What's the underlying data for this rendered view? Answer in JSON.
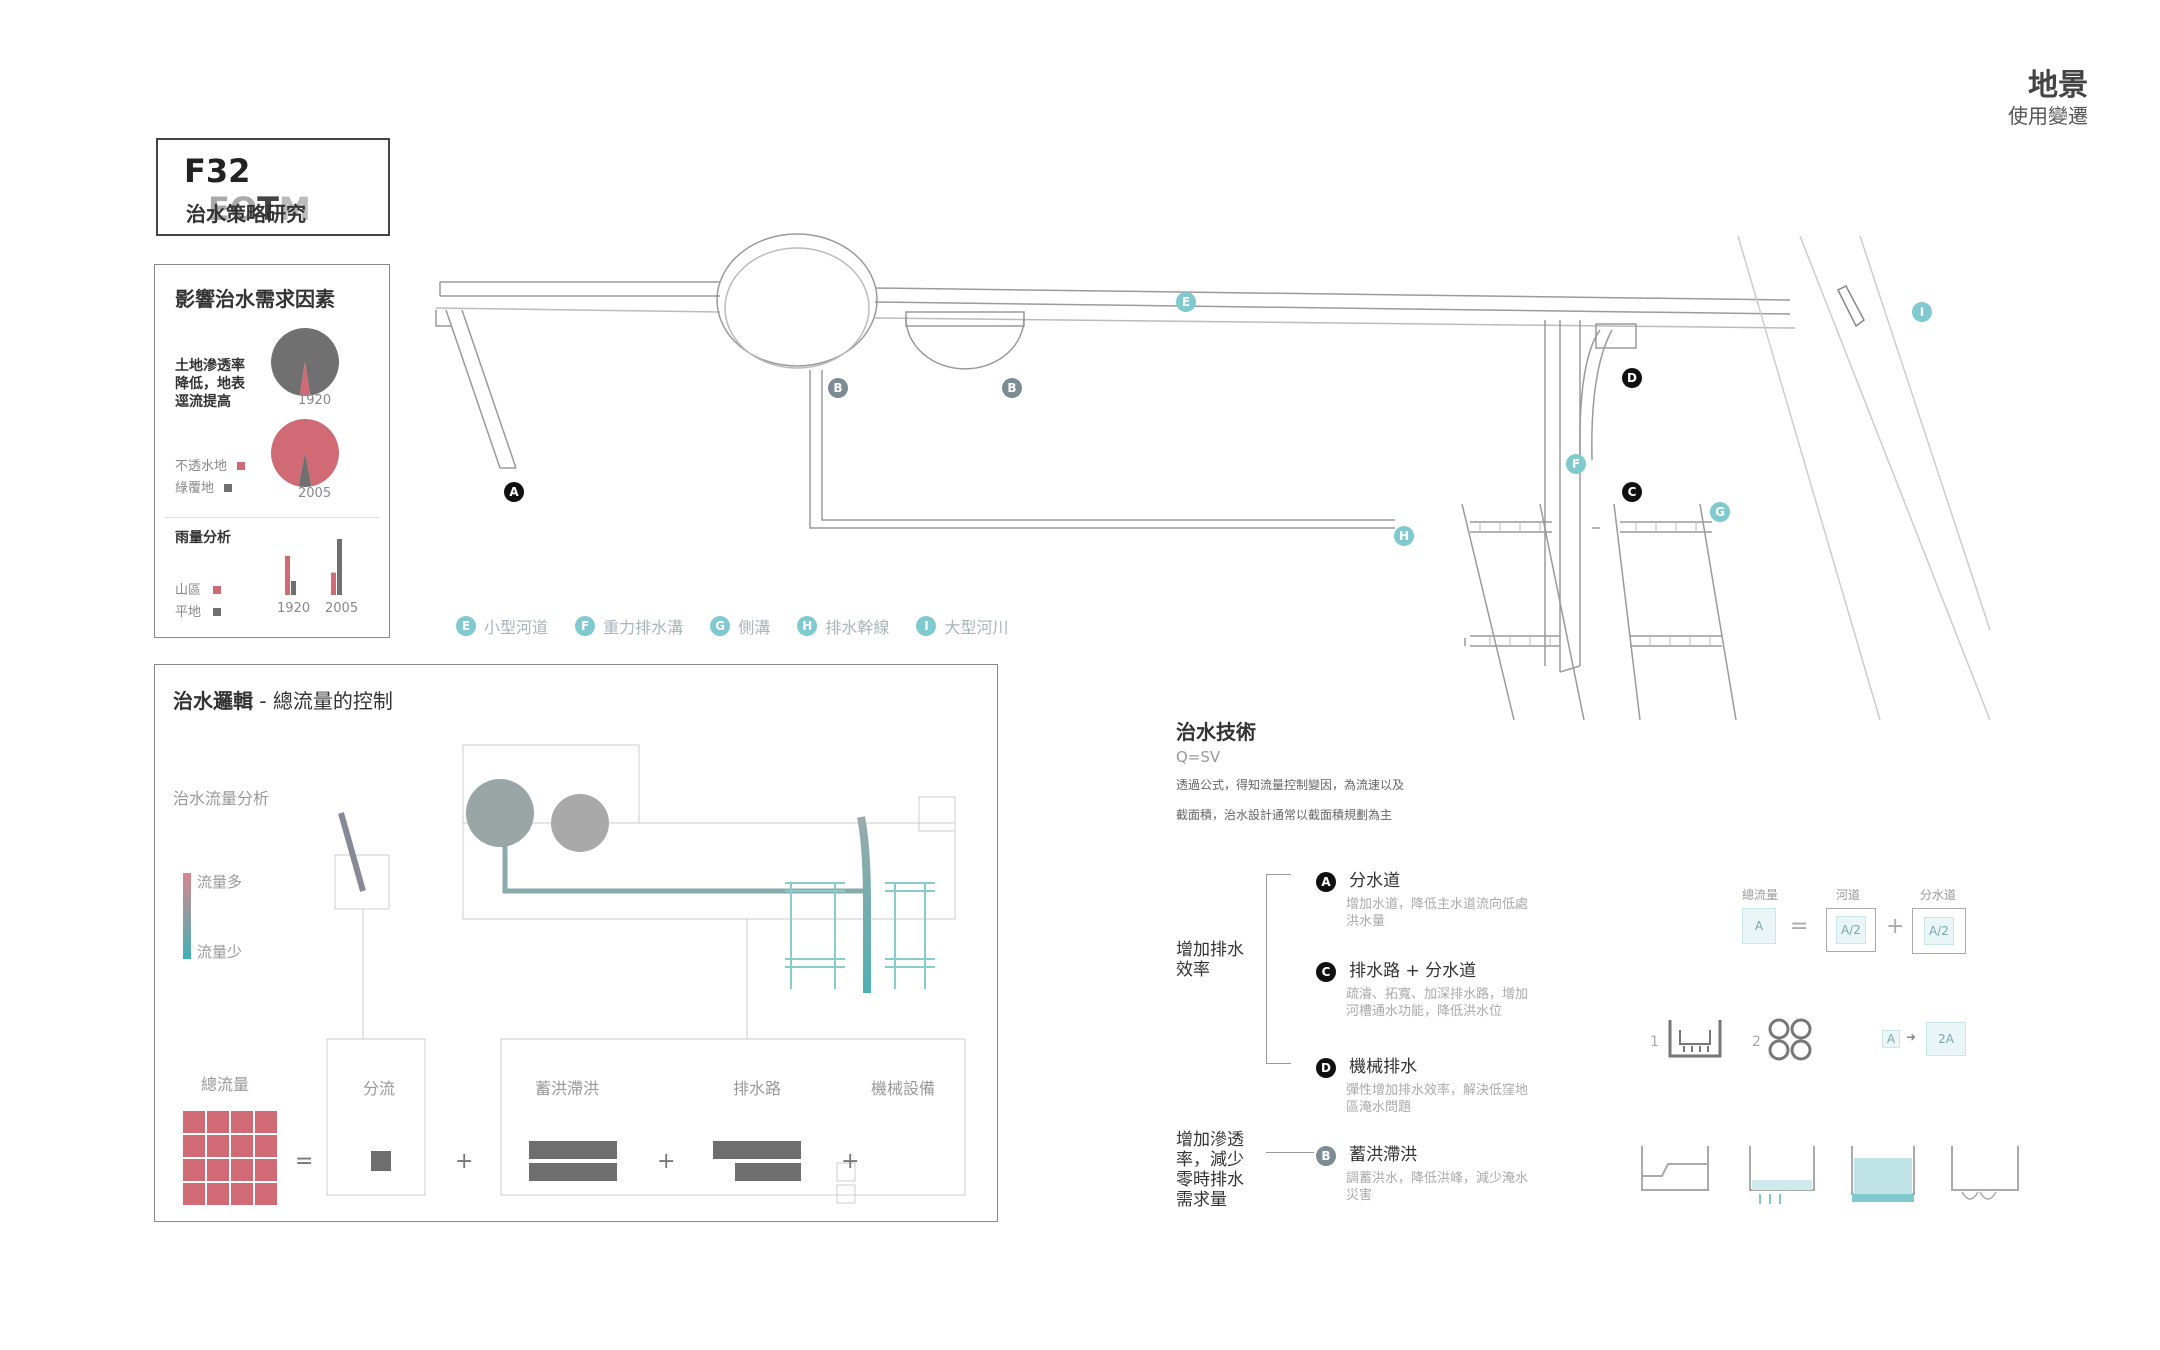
{
  "header": {
    "title": "地景",
    "subtitle": "使用變遷"
  },
  "titlebox": {
    "code": "F32",
    "eo": "EO",
    "t": "T",
    "m": "M",
    "subtitle": "治水策略研究"
  },
  "factors": {
    "title": "影響治水需求因素",
    "landtext": [
      "土地滲透率",
      "降低，地表",
      "逕流提高"
    ],
    "pie1920_label": "1920",
    "pie2005_label": "2005",
    "legend_impervious": "不透水地",
    "legend_green": "綠覆地",
    "rain_title": "雨量分析",
    "legend_mountain": "山區",
    "legend_plain": "平地",
    "bar_x1": "1920",
    "bar_x2": "2005",
    "colors": {
      "red": "#d06a74",
      "gray": "#707070"
    }
  },
  "chart_data": [
    {
      "type": "pie",
      "title": "1920",
      "categories": [
        "綠覆地",
        "不透水地"
      ],
      "values": [
        95,
        5
      ]
    },
    {
      "type": "pie",
      "title": "2005",
      "categories": [
        "不透水地",
        "綠覆地"
      ],
      "values": [
        94,
        6
      ]
    },
    {
      "type": "bar",
      "title": "雨量分析",
      "categories": [
        "1920",
        "2005"
      ],
      "series": [
        {
          "name": "山區",
          "values": [
            28,
            16
          ]
        },
        {
          "name": "平地",
          "values": [
            10,
            40
          ]
        }
      ]
    }
  ],
  "map": {
    "labels": {
      "A": "A",
      "B1": "B",
      "B2": "B",
      "C": "C",
      "D": "D",
      "E": "E",
      "F": "F",
      "G": "G",
      "H": "H",
      "I": "I"
    },
    "legend": [
      {
        "k": "E",
        "label": "小型河道"
      },
      {
        "k": "F",
        "label": "重力排水溝"
      },
      {
        "k": "G",
        "label": "側溝"
      },
      {
        "k": "H",
        "label": "排水幹線"
      },
      {
        "k": "I",
        "label": "大型河川"
      }
    ]
  },
  "logic": {
    "title_bold": "治水邏輯",
    "title_rest": " - 總流量的控制",
    "flow_analysis": "治水流量分析",
    "flow_more": "流量多",
    "flow_less": "流量少",
    "total": "總流量",
    "diverge": "分流",
    "detention": "蓄洪滯洪",
    "drainage": "排水路",
    "mech": "機械設備",
    "eq": "=",
    "plus": "+"
  },
  "tech": {
    "title": "治水技術",
    "formula": "Q=SV",
    "desc1": "透過公式，得知流量控制變因，為流速以及",
    "desc2": "截面積，治水設計通常以截面積規劃為主",
    "group1": [
      "增加排水",
      "效率"
    ],
    "group2": [
      "增加滲透",
      "率，減少",
      "零時排水",
      "需求量"
    ],
    "items": [
      {
        "k": "A",
        "title": "分水道",
        "desc": [
          "增加水道，降低主水道流向低處",
          "洪水量"
        ]
      },
      {
        "k": "C",
        "title": "排水路 + 分水道",
        "desc": [
          "疏濬、拓寬、加深排水路，增加",
          "河槽通水功能，降低洪水位"
        ]
      },
      {
        "k": "D",
        "title": "機械排水",
        "desc": [
          "彈性增加排水效率，解決低窪地",
          "區淹水問題"
        ]
      },
      {
        "k": "B",
        "title": "蓄洪滯洪",
        "desc": [
          "調蓄洪水，降低洪峰，減少淹水",
          "災害"
        ]
      }
    ],
    "eqn": {
      "h1": "總流量",
      "h2": "河道",
      "h3": "分水道",
      "a": "A",
      "a2": "A/2",
      "b2": "A/2",
      "eq": "=",
      "plus": "+"
    },
    "n1": "1",
    "n2": "2",
    "ra": "A",
    "r2a": "2A"
  }
}
